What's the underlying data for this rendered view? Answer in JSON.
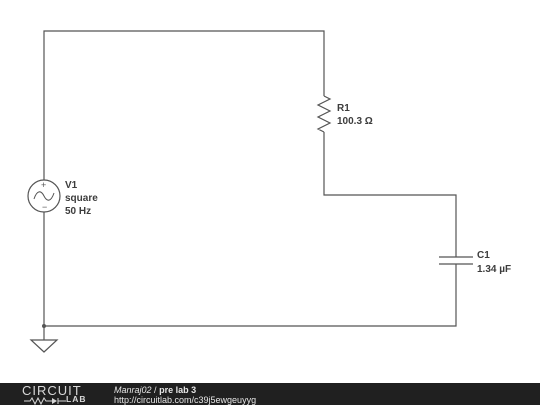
{
  "schematic": {
    "v1": {
      "name": "V1",
      "type": "square",
      "freq": "50 Hz"
    },
    "r1": {
      "name": "R1",
      "value": "100.3 Ω"
    },
    "c1": {
      "name": "C1",
      "value": "1.34 µF"
    }
  },
  "footer": {
    "logo_top": "CIRCUIT",
    "logo_bottom": "LAB",
    "author": "Manraj02",
    "separator": "/",
    "circuit_title": "pre lab 3",
    "url": "http://circuitlab.com/c39j5ewgeuyyg"
  },
  "colors": {
    "wire": "#555555",
    "label": "#3c3c3c",
    "footer_bg": "#202020",
    "footer_text": "#e6e6e6"
  }
}
